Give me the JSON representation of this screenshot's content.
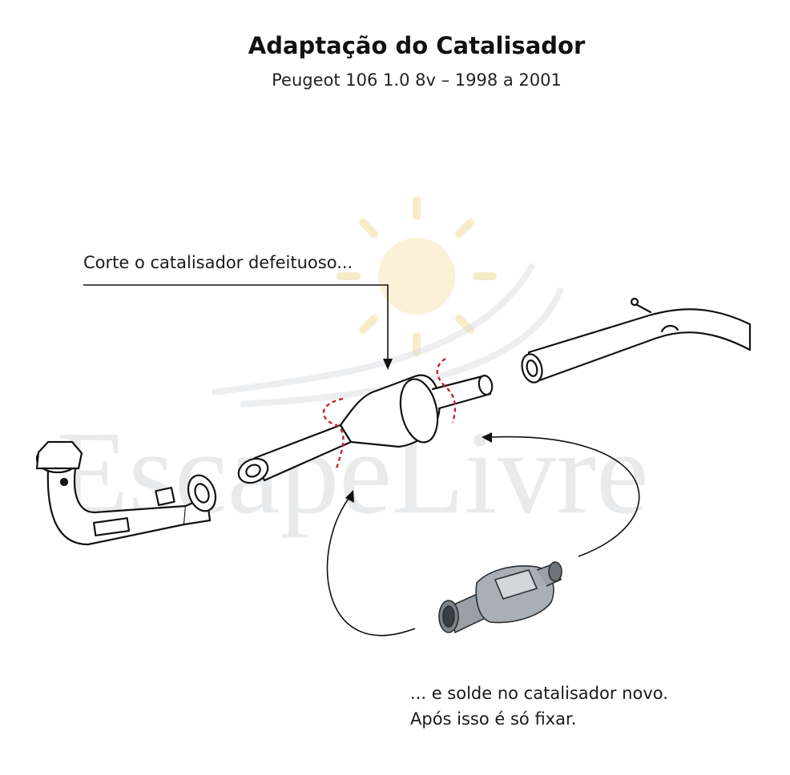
{
  "header": {
    "title": "Adaptação do Catalisador",
    "subtitle": "Peugeot 106 1.0 8v – 1998 a 2001"
  },
  "captions": {
    "cut": "Corte o catalisador defeituoso...",
    "weld_line1": "... e solde no catalisador novo.",
    "weld_line2": "Após isso é só fixar."
  },
  "watermark": {
    "text": "EscapeLivre"
  },
  "colors": {
    "line": "#111111",
    "cut_mark": "#c0282d",
    "part_fill": "#ffffff",
    "new_cat_body": "#a9afb6",
    "watermark_sun": "#f3dca0",
    "watermark_text": "#e1e3e6"
  }
}
